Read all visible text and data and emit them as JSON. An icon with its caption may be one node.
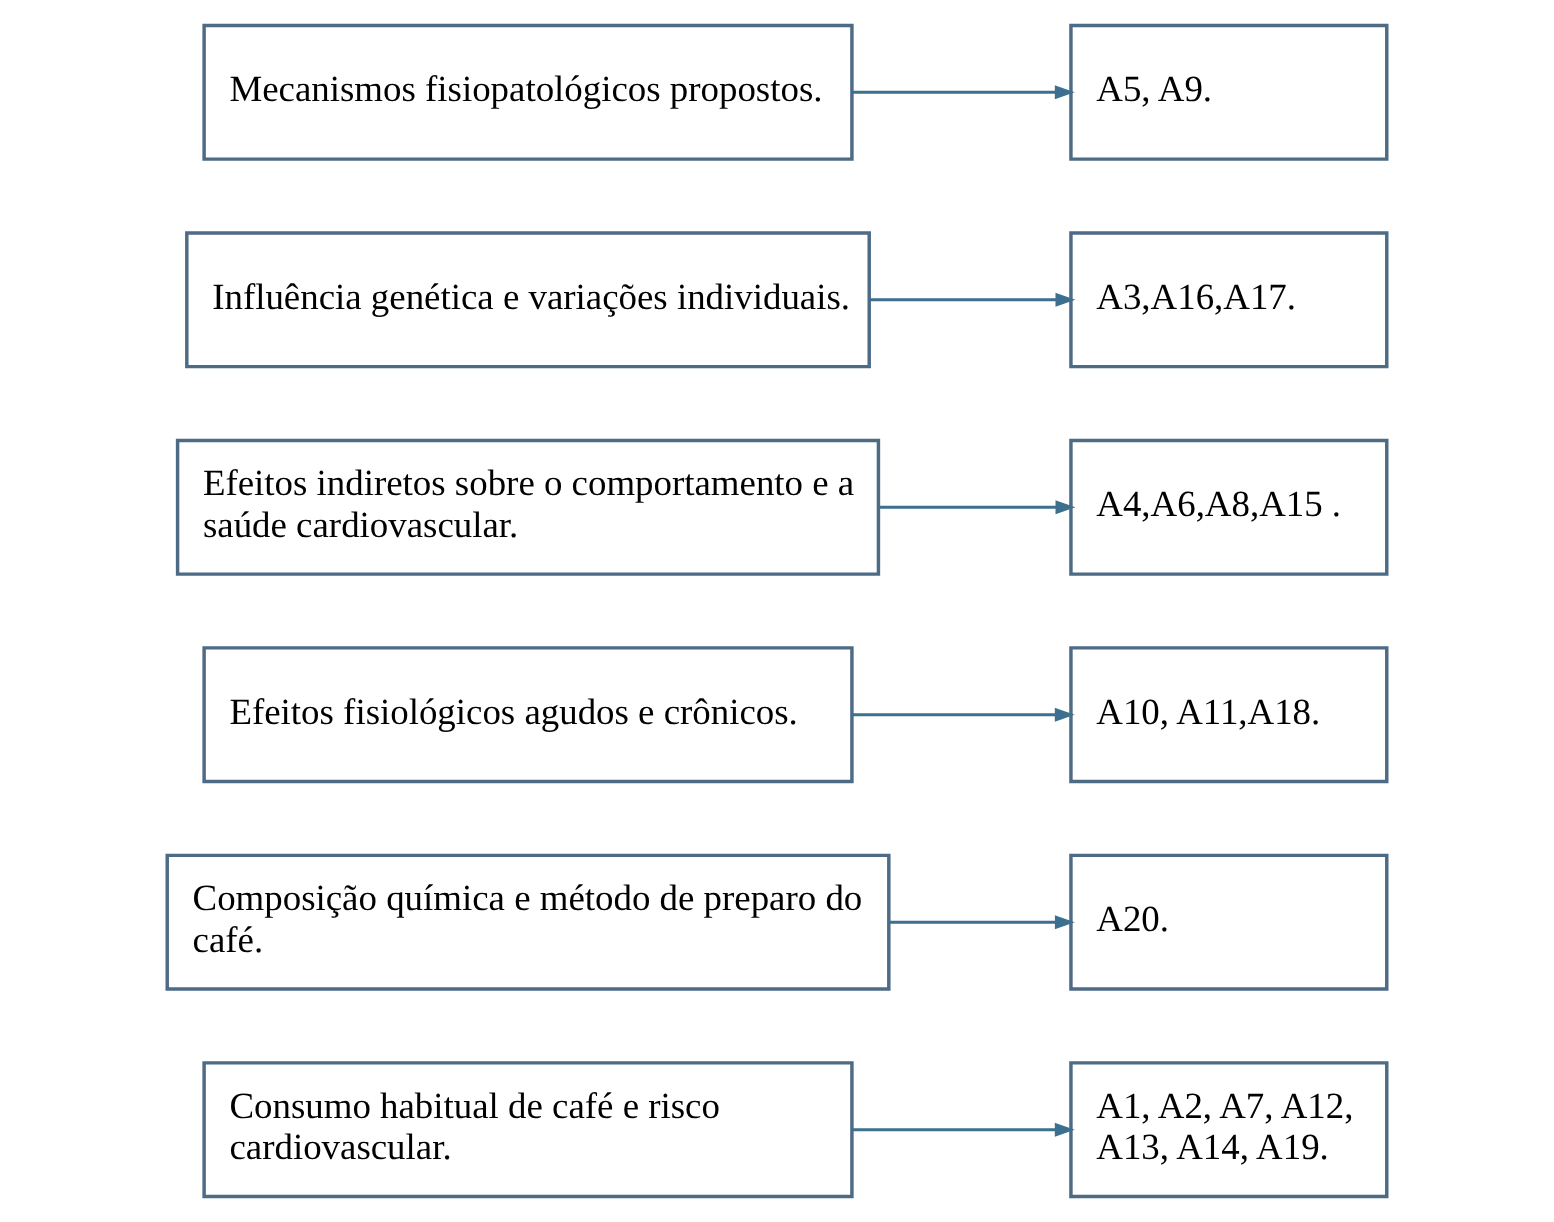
{
  "diagram": {
    "nodes": [
      {
        "text": [
          "Consumo habitual de café e risco cardiovascular."
        ]
      },
      {
        "text": [
          "A1, A2, A7, A12, A13, A14, A19."
        ]
      },
      {
        "text": [
          "Composição química e método de preparo do café."
        ]
      },
      {
        "text": [
          "A20."
        ]
      },
      {
        "text": [
          "Efeitos fisiológicos agudos e crônicos."
        ]
      },
      {
        "text": [
          "A10, A11,A18."
        ]
      },
      {
        "text": [
          "Efeitos indiretos sobre o comportamento e a saúde cardiovascular."
        ]
      },
      {
        "text": [
          "A4,A6,A8,A15 ."
        ]
      },
      {
        "text": [
          "Influência genética e variações individuais."
        ]
      },
      {
        "text": [
          "A3,A16,A17."
        ]
      },
      {
        "text": [
          "Mecanismos fisiopatológicos propostos."
        ]
      },
      {
        "text": [
          "A5, A9."
        ]
      }
    ],
    "edges": [
      {
        "from": 0,
        "to": 1,
        "arrow": "to"
      },
      {
        "from": 2,
        "to": 3,
        "arrow": "to"
      },
      {
        "from": 4,
        "to": 5,
        "arrow": "to"
      },
      {
        "from": 6,
        "to": 7,
        "arrow": "to"
      },
      {
        "from": 8,
        "to": 9,
        "arrow": "to"
      },
      {
        "from": 10,
        "to": 11,
        "arrow": "to"
      }
    ]
  }
}
